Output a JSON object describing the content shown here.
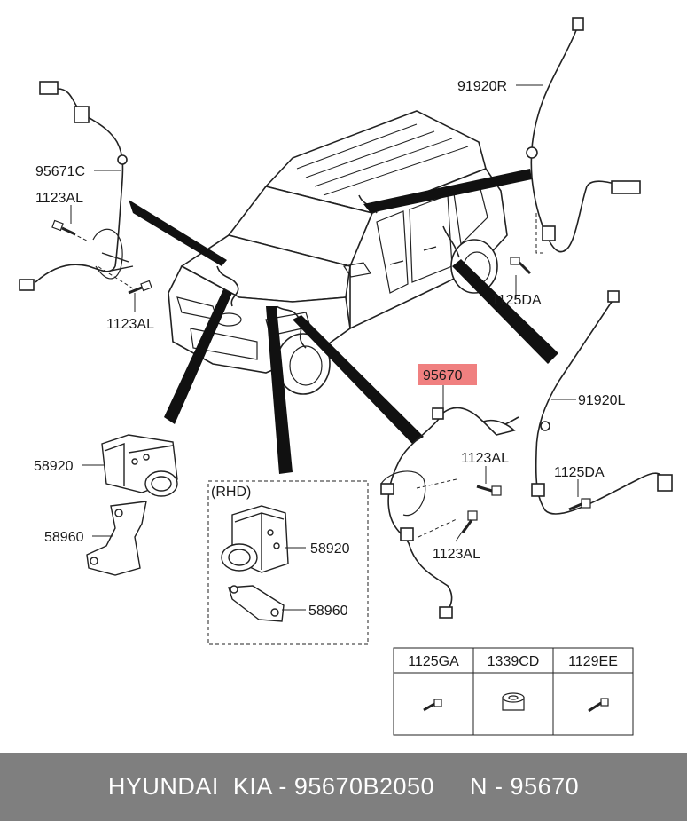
{
  "labels": {
    "sensor_rr": "91920R",
    "sensor_rr_cable": "95671C",
    "bolt_rear_upper": "1123AL",
    "bolt_rear_lower": "1123AL",
    "bolt_rr_bracket": "1125DA",
    "sensor_front": "95670",
    "bolt_front_upper": "1123AL",
    "bolt_front_lower": "1123AL",
    "sensor_fl": "91920L",
    "bolt_fl_bracket": "1125DA",
    "hecu_lhd": "58920",
    "bracket_lhd": "58960",
    "rhd_title": "(RHD)",
    "hecu_rhd": "58920",
    "bracket_rhd": "58960"
  },
  "parts_table": {
    "columns": [
      "1125GA",
      "1339CD",
      "1129EE"
    ]
  },
  "footer": {
    "text": "HYUNDAI  KIA - 95670B2050     N - 95670"
  },
  "colors": {
    "highlight": "#f08080",
    "footer_bg": "#7f7f7f",
    "line": "#1a1a1a"
  }
}
